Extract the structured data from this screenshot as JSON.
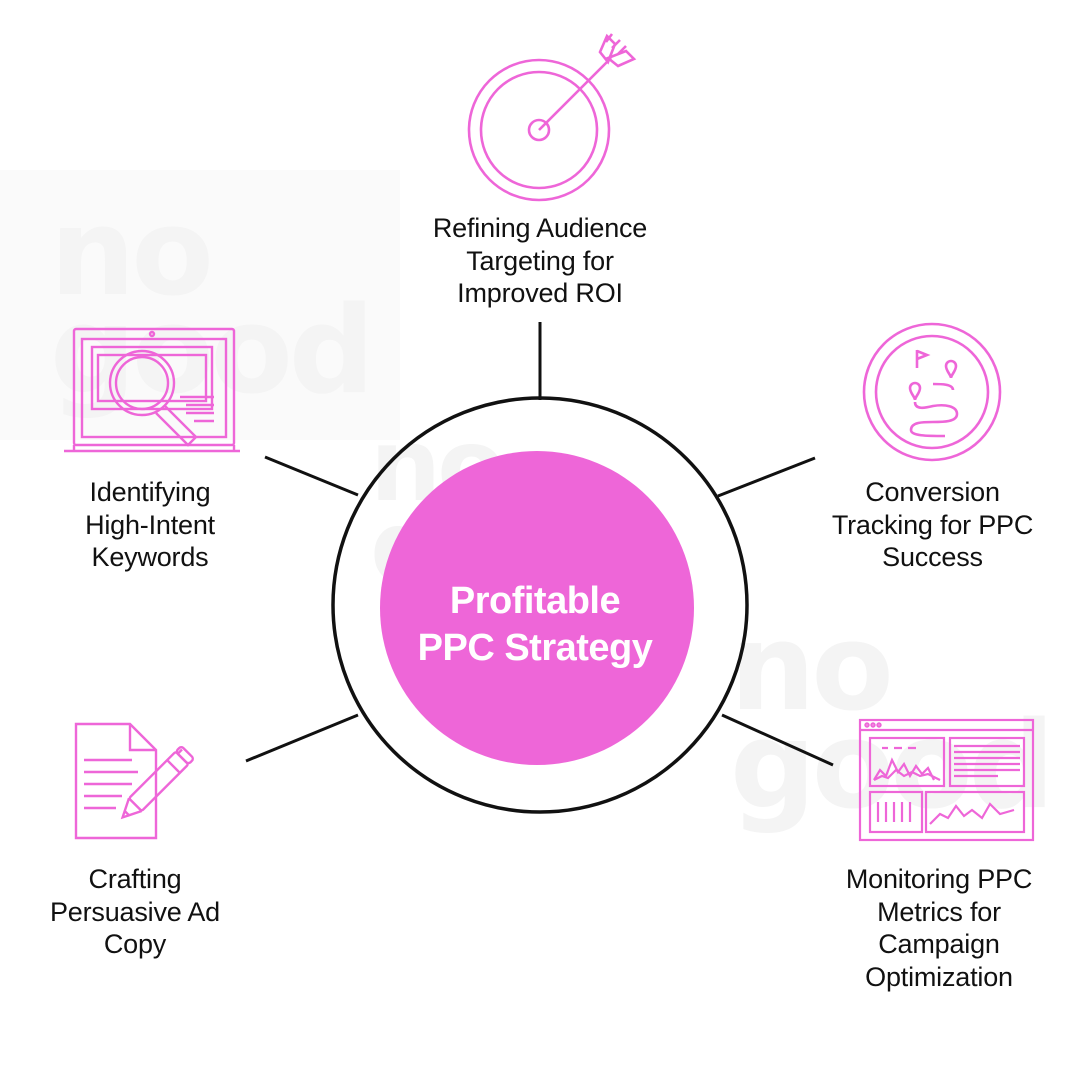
{
  "center": {
    "title_lines": [
      "Profitable",
      "PPC Strategy"
    ],
    "fill_color": "#ee66d8",
    "ring_color": "#111111"
  },
  "accent_color": "#ee66d8",
  "watermark_text": [
    "no",
    "good"
  ],
  "nodes": [
    {
      "id": "top",
      "icon": "target-arrow-icon",
      "lines": [
        "Refining Audience",
        "Targeting for",
        "Improved ROI"
      ]
    },
    {
      "id": "upper-right",
      "icon": "route-map-pin-icon",
      "lines": [
        "Conversion",
        "Tracking for PPC",
        "Success"
      ]
    },
    {
      "id": "lower-right",
      "icon": "analytics-dashboard-icon",
      "lines": [
        "Monitoring PPC",
        "Metrics for",
        "Campaign",
        "Optimization"
      ]
    },
    {
      "id": "lower-left",
      "icon": "document-pencil-icon",
      "lines": [
        "Crafting",
        "Persuasive Ad",
        "Copy"
      ]
    },
    {
      "id": "upper-left",
      "icon": "laptop-magnifier-icon",
      "lines": [
        "Identifying",
        "High-Intent",
        "Keywords"
      ]
    }
  ]
}
